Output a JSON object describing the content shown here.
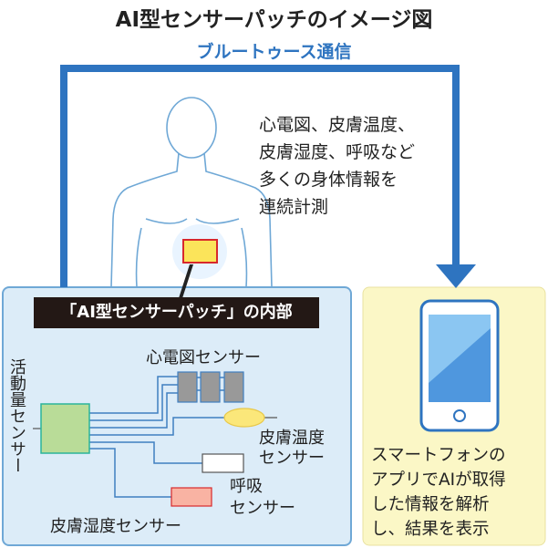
{
  "title": "AI型センサーパッチのイメージ図",
  "bluetooth_label": "ブルートゥース通信",
  "info_text": [
    "心電図、皮膚温度、",
    "皮膚湿度、呼吸など",
    "多くの身体情報を",
    "連続計測"
  ],
  "patch_label": "「AI型センサーパッチ」の内部",
  "sensors": {
    "ecg": "心電図センサー",
    "activity": "活動量センサー",
    "skin_temp": [
      "皮膚温度",
      "センサー"
    ],
    "respiration": [
      "呼吸",
      "センサー"
    ],
    "skin_humidity": "皮膚湿度センサー"
  },
  "phone_text": [
    "スマートフォンの",
    "アプリでAIが取得",
    "した情報を解析",
    "し、結果を表示"
  ],
  "colors": {
    "accent_blue": "#2e74c0",
    "panel_blue": "#dcecf8",
    "panel_yellow": "#fbf7c6",
    "activity": "#b9dc98",
    "skin_humidity": "#f9b3a3",
    "skin_temp": "#fbe77a"
  }
}
